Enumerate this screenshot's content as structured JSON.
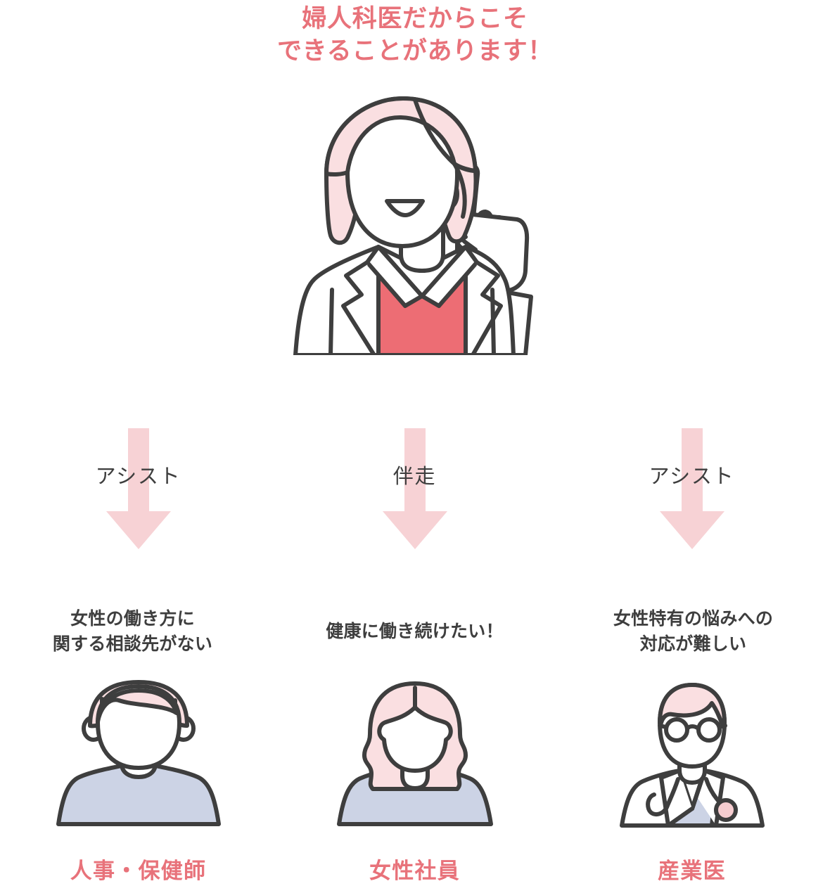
{
  "colors": {
    "accent_pink": "#e8727a",
    "arrow_pink": "#f7d2d5",
    "hair_pink": "#fadfe1",
    "top_red": "#ed6d74",
    "shirt_blue": "#ccd3e5",
    "outline_gray": "#3e3e3e",
    "text_gray": "#4a4a4a",
    "white": "#ffffff"
  },
  "title": {
    "line1": "婦人科医だからこそ",
    "line2": "できることがあります！"
  },
  "hero": {
    "alt": "gynecologist-illustration"
  },
  "columns": [
    {
      "arrow_label": "アシスト",
      "caption_line1": "女性の働き方に",
      "caption_line2": "関する相談先がない",
      "person_label": "人事・保健師",
      "person_art": "hr-nurse-avatar"
    },
    {
      "arrow_label": "伴走",
      "caption_line1": "健康に働き続けたい！",
      "caption_line2": "",
      "person_label": "女性社員",
      "person_art": "female-employee-avatar"
    },
    {
      "arrow_label": "アシスト",
      "caption_line1": "女性特有の悩みへの",
      "caption_line2": "対応が難しい",
      "person_label": "産業医",
      "person_art": "occupational-physician-avatar"
    }
  ]
}
